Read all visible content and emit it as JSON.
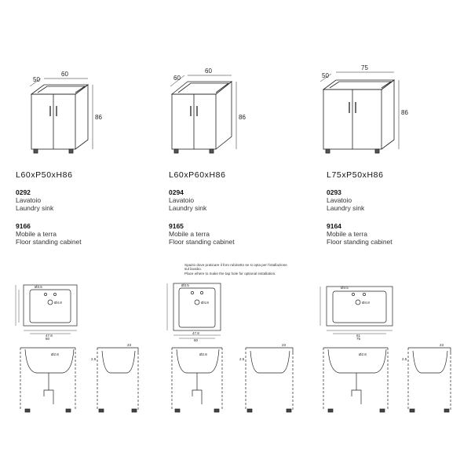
{
  "products": [
    {
      "dims": {
        "width": "60",
        "depth": "50",
        "height": "86"
      },
      "model": "L60xP50xH86",
      "sink_code": "0292",
      "sink_name_it": "Lavatoio",
      "sink_name_en": "Laundry sink",
      "cabinet_code": "9166",
      "cabinet_name_it": "Mobile a terra",
      "cabinet_name_en": "Floor standing cabinet",
      "plan_dims": {
        "hole": "Ø3.5",
        "drain": "Ø4.8",
        "inner": "47.8",
        "outer": "60"
      },
      "section_dims": {
        "waste": "Ø2.8",
        "top": "2.5",
        "depth": "23"
      }
    },
    {
      "dims": {
        "width": "60",
        "depth": "60",
        "height": "86"
      },
      "model": "L60xP60xH86",
      "sink_code": "0294",
      "sink_name_it": "Lavatoio",
      "sink_name_en": "Laundry sink",
      "cabinet_code": "9165",
      "cabinet_name_it": "Mobile a terra",
      "cabinet_name_en": "Floor standing cabinet",
      "plan_dims": {
        "hole": "Ø3.5",
        "drain": "Ø4.8",
        "inner": "47.8",
        "outer": "60"
      },
      "section_dims": {
        "waste": "Ø2.8",
        "top": "2.5",
        "depth": "23"
      }
    },
    {
      "dims": {
        "width": "75",
        "depth": "50",
        "height": "86"
      },
      "model": "L75xP50xH86",
      "sink_code": "0293",
      "sink_name_it": "Lavatoio",
      "sink_name_en": "Laundry sink",
      "cabinet_code": "9164",
      "cabinet_name_it": "Mobile a terra",
      "cabinet_name_en": "Floor standing cabinet",
      "plan_dims": {
        "hole": "Ø3.5",
        "drain": "Ø4.8",
        "inner": "61",
        "outer": "75"
      },
      "section_dims": {
        "waste": "Ø2.8",
        "top": "2.5",
        "depth": "23"
      }
    }
  ],
  "tap_note_it": "Spazio dove praticare il foro rubinetto se si opta per l'istallazione sul lavabo.",
  "tap_note_en": "Place where to make the tap hole for optional installation."
}
